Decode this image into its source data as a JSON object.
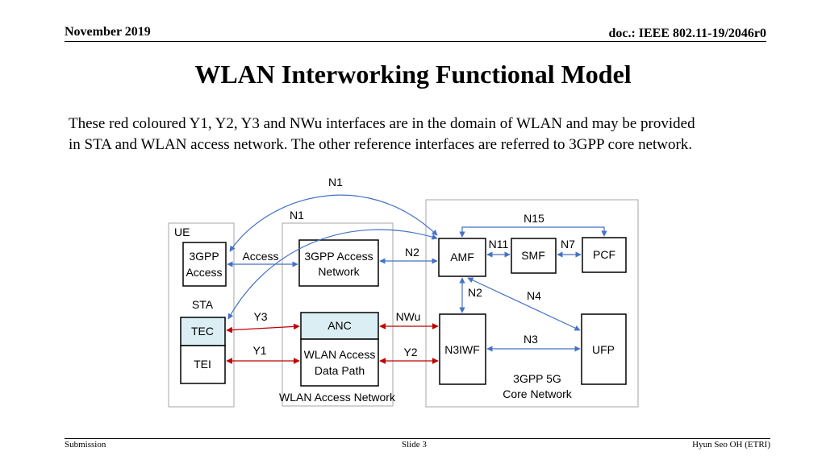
{
  "header": {
    "date": "November 2019",
    "doc": "doc.: IEEE 802.11-19/2046r0"
  },
  "title": "WLAN Interworking Functional Model",
  "body": {
    "line1": "These red coloured Y1, Y2, Y3 and NWu interfaces are in the domain of WLAN and may be provided",
    "line2": "in STA and WLAN access network.  The other reference interfaces are referred to 3GPP core network."
  },
  "diagram": {
    "groups": {
      "ue": "UE",
      "sta": "STA",
      "wlan_an": "WLAN Access Network",
      "core_line1": "3GPP 5G",
      "core_line2": "Core Network"
    },
    "nodes": {
      "gpp_access_line1": "3GPP",
      "gpp_access_line2": "Access",
      "tec": "TEC",
      "tei": "TEI",
      "gpp_an_line1": "3GPP Access",
      "gpp_an_line2": "Network",
      "anc": "ANC",
      "wlan_dp_line1": "WLAN Access",
      "wlan_dp_line2": "Data Path",
      "amf": "AMF",
      "smf": "SMF",
      "pcf": "PCF",
      "n3iwf": "N3IWF",
      "ufp": "UFP"
    },
    "interfaces": {
      "n1_top": "N1",
      "n1_mid": "N1",
      "n15": "N15",
      "access": "Access",
      "n2_top": "N2",
      "n11": "N11",
      "n7": "N7",
      "n2_mid": "N2",
      "n4": "N4",
      "y3": "Y3",
      "nwu": "NWu",
      "y1": "Y1",
      "y2": "Y2",
      "n3": "N3"
    },
    "colors": {
      "blue_link": "#4472c4",
      "red_link": "#c00000",
      "highlight_fill": "#dbeef4",
      "group_border": "#a6a6a6"
    }
  },
  "footer": {
    "left": "Submission",
    "center": "Slide 3",
    "right": "Hyun Seo OH (ETRI)"
  }
}
